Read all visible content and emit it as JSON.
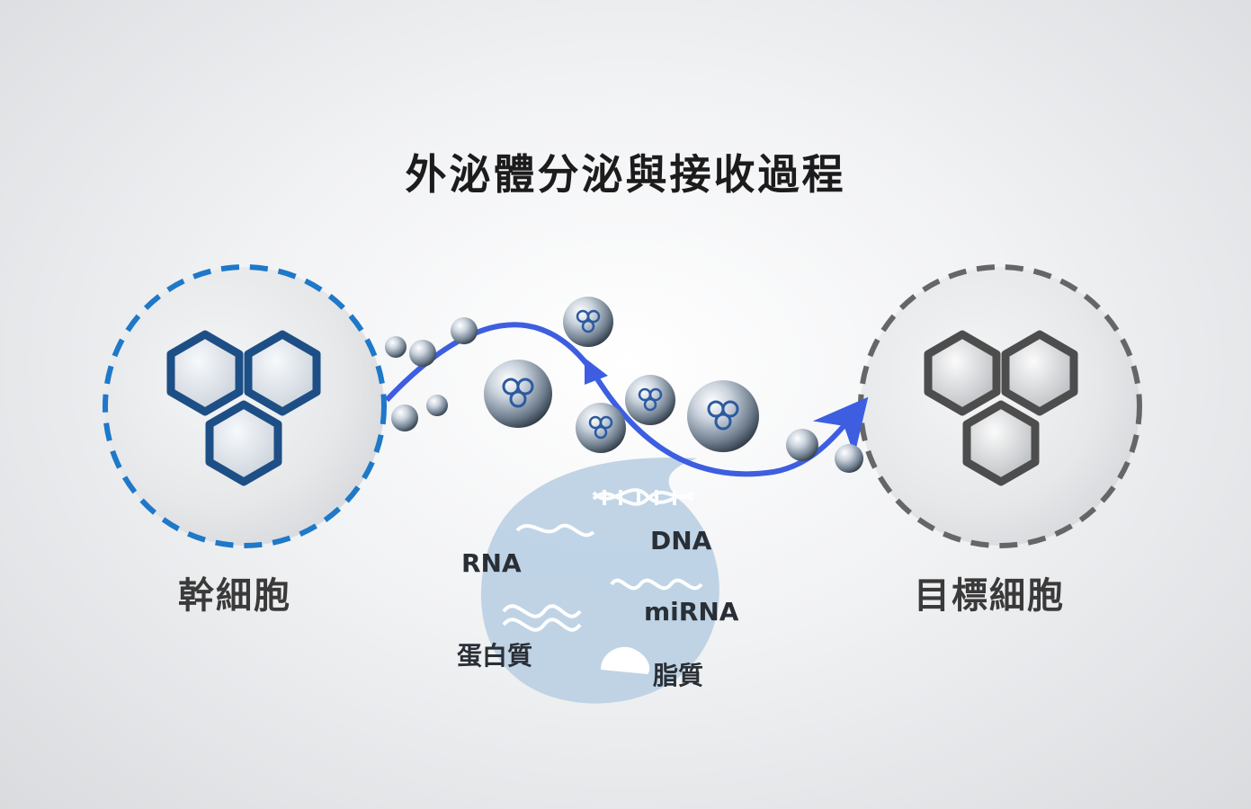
{
  "title": "外泌體分泌與接收過程",
  "source_cell": {
    "label": "幹細胞"
  },
  "target_cell": {
    "label": "目標細胞"
  },
  "cargo": {
    "rna": "RNA",
    "dna": "DNA",
    "mirna": "miRNA",
    "protein": "蛋白質",
    "lipid": "脂質"
  },
  "colors": {
    "source_accent": "#1f78c8",
    "source_hex": "#1d4f86",
    "target_accent": "#666666",
    "target_hex": "#4d4d4d",
    "arrow": "#3d5ee0",
    "cargo_bubble": "#b9cfe3"
  }
}
